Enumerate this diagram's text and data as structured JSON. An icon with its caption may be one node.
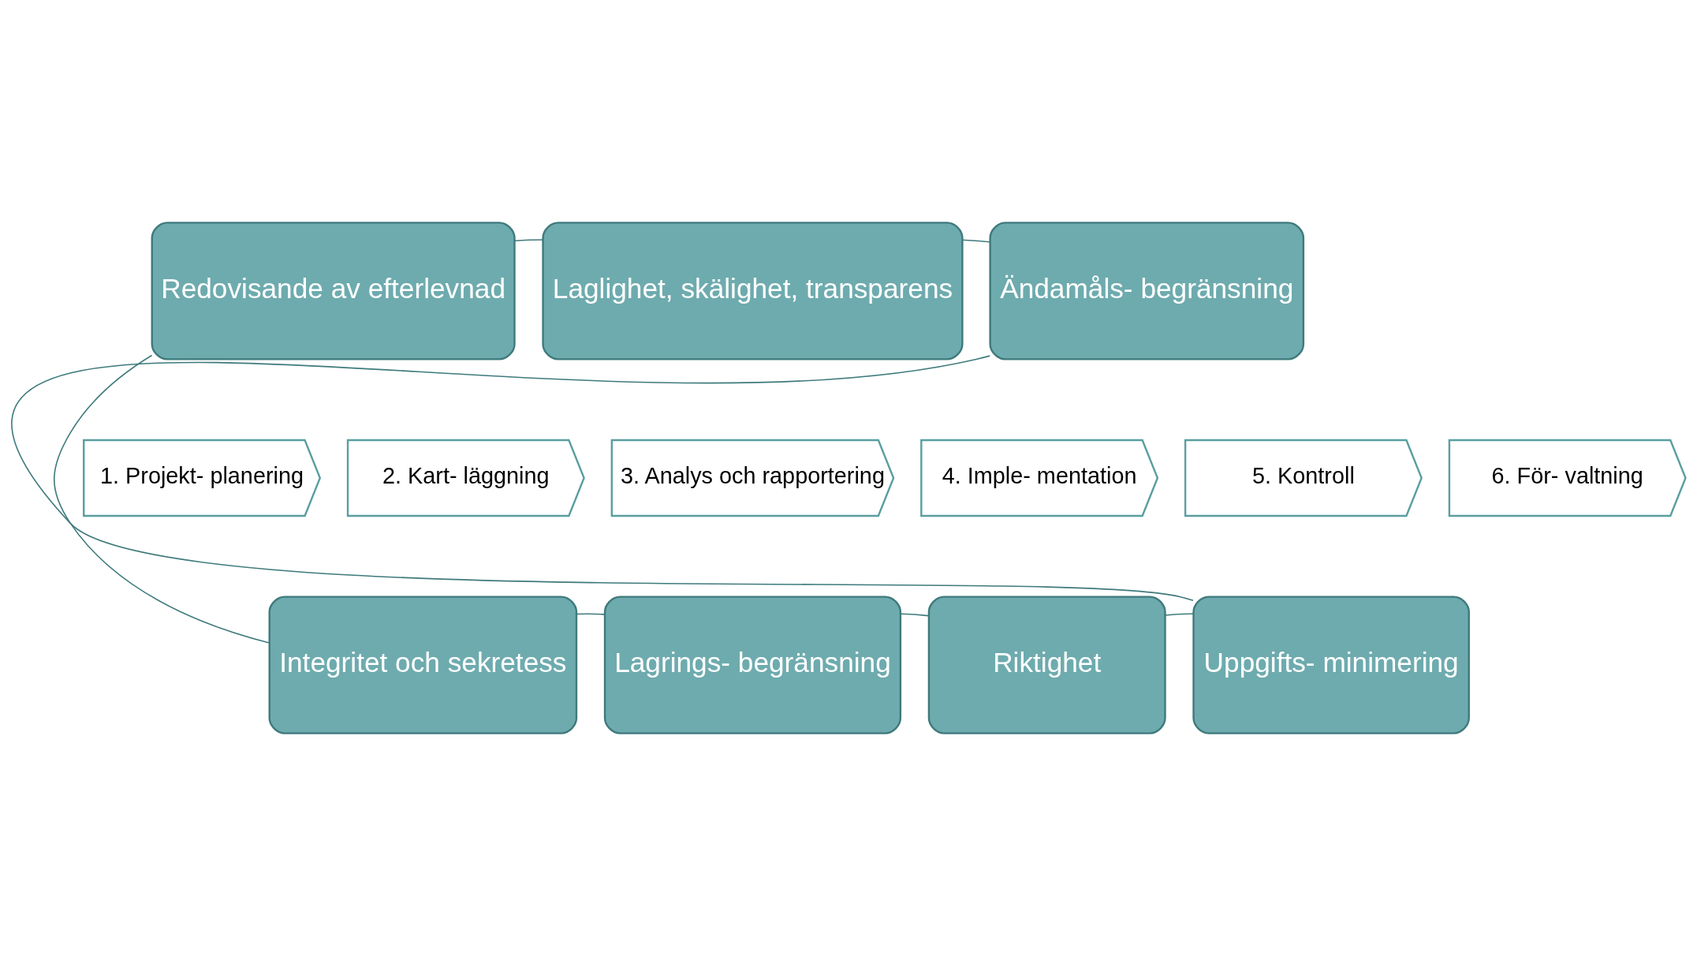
{
  "diagram": {
    "nodes": [
      {
        "text": [
          "Laglighet, skälighet, transparens"
        ]
      },
      {
        "text": [
          "Ändamåls- begränsning"
        ]
      },
      {
        "text": [
          "Uppgifts- minimering"
        ]
      },
      {
        "text": [
          "Riktighet"
        ]
      },
      {
        "text": [
          "Lagrings- begränsning"
        ]
      },
      {
        "text": [
          "Integritet och sekretess"
        ]
      },
      {
        "text": [
          "Redovisande av efterlevnad"
        ]
      },
      {
        "text": [
          "1. Projekt- planering"
        ]
      },
      {
        "text": [
          "2. Kart- läggning"
        ]
      },
      {
        "text": [
          "3. Analys och rapportering"
        ]
      },
      {
        "text": [
          "4. Imple- mentation"
        ]
      },
      {
        "text": [
          "5. Kontroll"
        ]
      },
      {
        "text": [
          "6. För- valtning"
        ]
      }
    ],
    "edges": [
      {
        "from": 0,
        "to": 1,
        "arrow": "none"
      },
      {
        "from": 1,
        "to": 2,
        "arrow": "none"
      },
      {
        "from": 2,
        "to": 3,
        "arrow": "none"
      },
      {
        "from": 3,
        "to": 4,
        "arrow": "none"
      },
      {
        "from": 4,
        "to": 5,
        "arrow": "none"
      },
      {
        "from": 5,
        "to": 6,
        "arrow": "none"
      },
      {
        "from": 6,
        "to": 0,
        "arrow": "none"
      }
    ]
  }
}
